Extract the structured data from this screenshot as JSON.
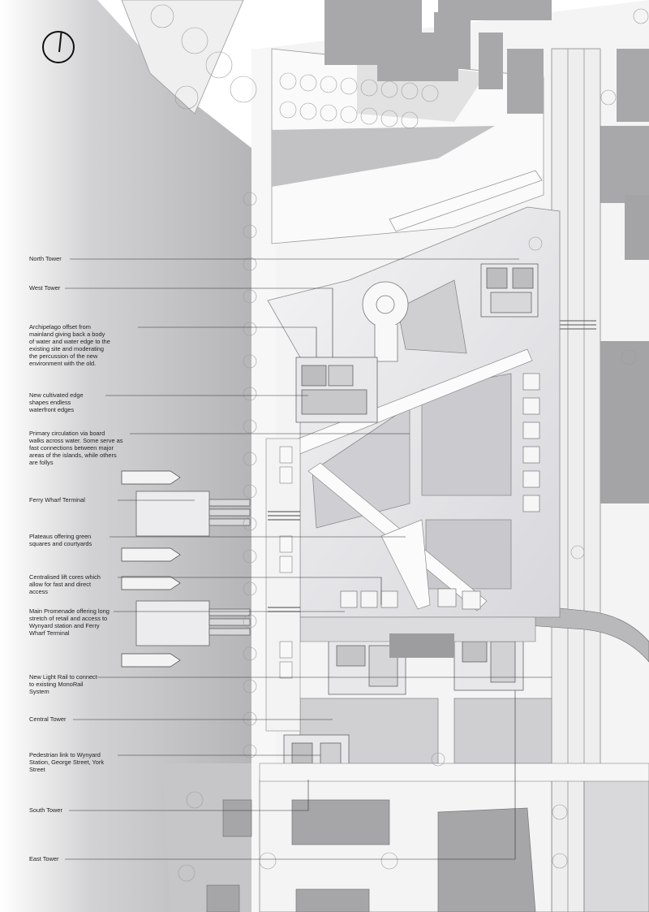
{
  "annotations": [
    {
      "id": "north-tower",
      "text": "North Tower"
    },
    {
      "id": "west-tower",
      "text": "West Tower"
    },
    {
      "id": "archipelago",
      "text": "Archipelago offset from\nmainland giving back a body\nof water and water edge to the\nexisting site and moderating\nthe percussion of the new\nenvironment with the old."
    },
    {
      "id": "cultivated-edge",
      "text": "New cultivated edge\nshapes endless\nwaterfront edges"
    },
    {
      "id": "primary-circulation",
      "text": "Primary circulation via board\nwalks across water. Some serve as\nfast connections between major\nareas of the islands, while others\nare follys"
    },
    {
      "id": "ferry-wharf",
      "text": "Ferry Wharf Terminal"
    },
    {
      "id": "plateaus",
      "text": "Plateaus offering green\nsquares and courtyards"
    },
    {
      "id": "lift-cores",
      "text": "Centralised lift cores which\nallow for fast and direct\naccess"
    },
    {
      "id": "main-promenade",
      "text": "Main Promenade offering long\nstretch of retail and access to\nWynyard station and Ferry\nWharf Terminal"
    },
    {
      "id": "light-rail",
      "text": "New Light Rail to connect\nto existing MonoRail\nSystem"
    },
    {
      "id": "central-tower",
      "text": "Central Tower"
    },
    {
      "id": "pedestrian-link",
      "text": "Pedestrian link to Wynyard\nStation, George Street, York\nStreet"
    },
    {
      "id": "south-tower",
      "text": "South Tower"
    },
    {
      "id": "east-tower",
      "text": "East Tower"
    }
  ],
  "north_arrow": {
    "icon": "north-arrow-icon"
  },
  "colors": {
    "water": "#b9b9bb",
    "building": "#a6a6a8",
    "island": "#e3e3e6",
    "ground": "#f2f2f2"
  }
}
